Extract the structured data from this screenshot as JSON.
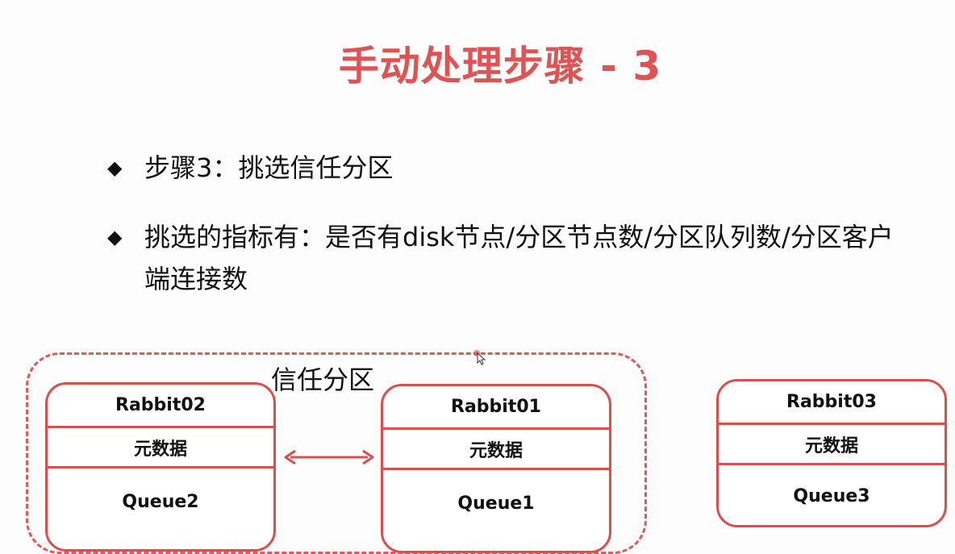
{
  "slide": {
    "title": "手动处理步骤 - 3"
  },
  "bullets": [
    {
      "marker": "◆",
      "text": "步骤3：挑选信任分区"
    },
    {
      "marker": "◆",
      "text": "挑选的指标有：是否有disk节点/分区节点数/分区队列数/分区客户端连接数"
    }
  ],
  "diagram": {
    "trust_zone_label": "信任分区",
    "nodes": [
      {
        "name": "Rabbit02",
        "meta": "元数据",
        "queue": "Queue2"
      },
      {
        "name": "Rabbit01",
        "meta": "元数据",
        "queue": "Queue1"
      },
      {
        "name": "Rabbit03",
        "meta": "元数据",
        "queue": "Queue3"
      }
    ],
    "colors": {
      "accent": "#d94e4e",
      "title": "#e15252"
    }
  }
}
